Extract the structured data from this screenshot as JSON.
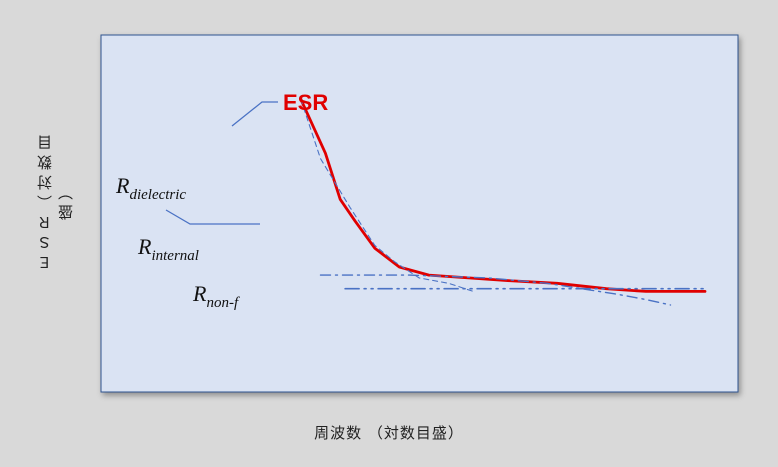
{
  "chart_data": {
    "type": "line",
    "xlabel": "周波数 （対数目盛）",
    "ylabel": "ＥＳＲ（対数目盛）",
    "xscale": "log",
    "yscale": "log",
    "grid": false,
    "series": [
      {
        "name": "ESR",
        "labels": [
          "ESR"
        ],
        "color": "#e00000",
        "style": "solid",
        "points": [
          [
            0.18,
            1.0
          ],
          [
            0.23,
            0.8
          ],
          [
            0.26,
            0.63
          ],
          [
            0.29,
            0.55
          ],
          [
            0.33,
            0.45
          ],
          [
            0.38,
            0.38
          ],
          [
            0.44,
            0.35
          ],
          [
            0.52,
            0.34
          ],
          [
            0.6,
            0.33
          ],
          [
            0.7,
            0.32
          ],
          [
            0.8,
            0.3
          ],
          [
            0.88,
            0.29
          ],
          [
            0.94,
            0.29
          ],
          [
            1.0,
            0.29
          ]
        ]
      },
      {
        "name": "Rdielectric",
        "labels": [
          "R",
          "dielectric"
        ],
        "color": "#4a72c4",
        "style": "dashed",
        "points": [
          [
            0.18,
            1.0
          ],
          [
            0.22,
            0.78
          ],
          [
            0.28,
            0.6
          ],
          [
            0.33,
            0.46
          ],
          [
            0.37,
            0.4
          ],
          [
            0.42,
            0.34
          ],
          [
            0.48,
            0.32
          ],
          [
            0.53,
            0.29
          ]
        ]
      },
      {
        "name": "Rinternal",
        "labels": [
          "R",
          "internal"
        ],
        "color": "#4a72c4",
        "style": "dashdot",
        "points": [
          [
            0.22,
            0.35
          ],
          [
            0.4,
            0.35
          ],
          [
            0.56,
            0.34
          ],
          [
            0.68,
            0.32
          ],
          [
            0.75,
            0.3
          ],
          [
            0.82,
            0.28
          ],
          [
            0.88,
            0.26
          ],
          [
            0.93,
            0.24
          ]
        ]
      },
      {
        "name": "Rnon-f",
        "labels": [
          "R",
          "non-f"
        ],
        "color": "#4a72c4",
        "style": "dashdotdot",
        "points": [
          [
            0.27,
            0.3
          ],
          [
            0.5,
            0.3
          ],
          [
            0.7,
            0.3
          ],
          [
            0.85,
            0.3
          ],
          [
            1.0,
            0.3
          ]
        ]
      }
    ]
  }
}
